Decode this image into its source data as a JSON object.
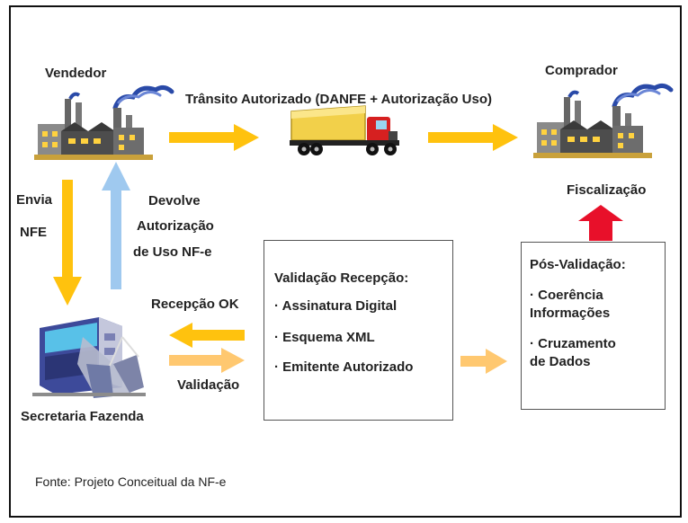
{
  "vendedor": {
    "title": "Vendedor"
  },
  "comprador": {
    "title": "Comprador"
  },
  "transit": {
    "label": "Trânsito Autorizado (DANFE + Autorização Uso)"
  },
  "envia": {
    "line1": "Envia",
    "line2": "NFE"
  },
  "devolve": {
    "line1": "Devolve",
    "line2": "Autorização",
    "line3": "de Uso NF-e"
  },
  "recepcao_ok": "Recepção OK",
  "validacao": "Validação",
  "secretaria": "Secretaria Fazenda",
  "validacao_box": {
    "title": "Validação Recepção:",
    "items": [
      "· Assinatura Digital",
      "· Esquema XML",
      "· Emitente Autorizado"
    ]
  },
  "pos_validacao_box": {
    "title": "Pós-Validação:",
    "item1_line1": "· Coerência",
    "item1_line2": "Informações",
    "item2_line1": "· Cruzamento",
    "item2_line2": "de Dados"
  },
  "fiscalizacao": "Fiscalização",
  "source": "Fonte: Projeto Conceitual da NF-e",
  "colors": {
    "yellow_arrow": "#ffc20e",
    "light_orange_arrow": "#ffc870",
    "blue_arrow": "#9fc9ef",
    "red_arrow": "#e8102a"
  }
}
